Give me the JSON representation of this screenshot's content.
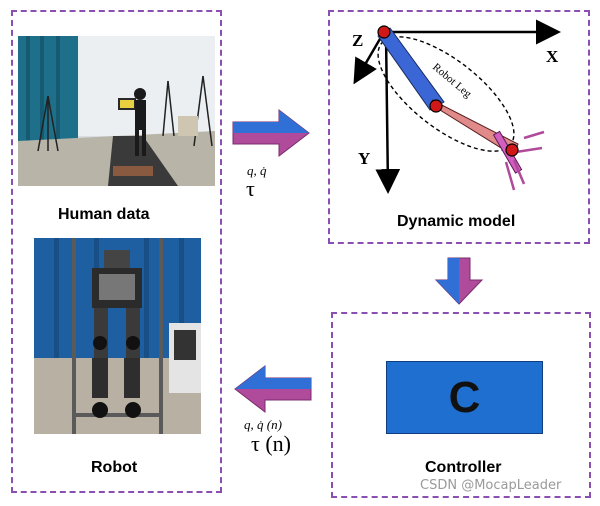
{
  "panels": {
    "human": {
      "label": "Human data"
    },
    "robot": {
      "label": "Robot"
    },
    "dynamic": {
      "label": "Dynamic model",
      "axis_z": "Z",
      "axis_x": "X",
      "axis_y": "Y",
      "leg_label": "Robot Leg"
    },
    "controller": {
      "label": "Controller",
      "box_letter": "C"
    }
  },
  "signals": {
    "top": {
      "states": "q, q̇",
      "torque": "τ"
    },
    "bottom": {
      "states": "q, q̇ (n)",
      "torque": "τ (n)"
    }
  },
  "watermark": "CSDN @MocapLeader",
  "colors": {
    "panel_border": "#8a4fb0",
    "arrow_blue": "#2f6fd6",
    "arrow_purple": "#b04a9a",
    "controller_fill": "#1f6fd0"
  }
}
